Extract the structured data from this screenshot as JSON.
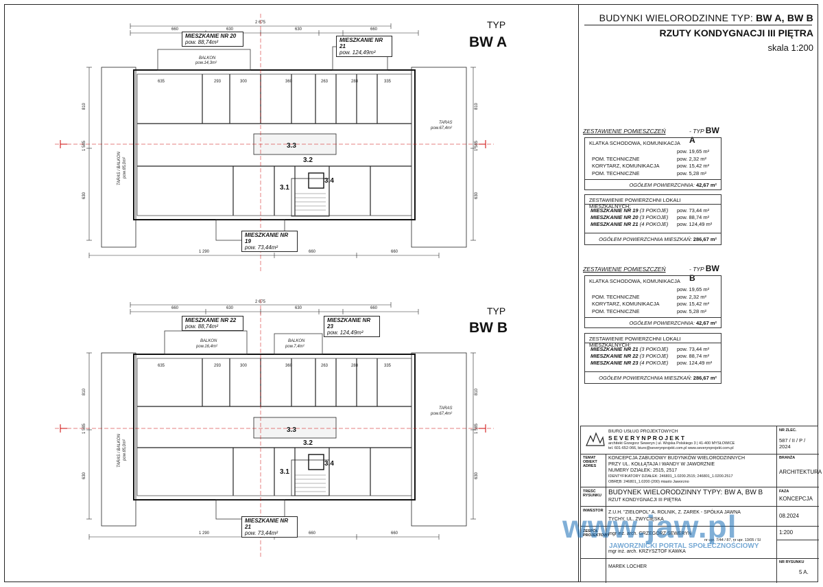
{
  "header": {
    "line1_prefix": "BUDYNKI WIELORODZINNE TYP: ",
    "line1_types": "BW A, BW B",
    "line2": "RZUTY KONDYGNACJI  III PIĘTRA",
    "scale": "skala 1:200"
  },
  "plans": [
    {
      "typ_label": "TYP",
      "typ_name": "BW A",
      "apartments": [
        {
          "name": "MIESZKANIE NR 20",
          "area": "pow. 88,74m²"
        },
        {
          "name": "MIESZKANIE NR 21",
          "area": "pow. 124,49m²"
        },
        {
          "name": "MIESZKANIE NR 19",
          "area": "pow. 73,44m²"
        }
      ],
      "balcony_label": "BALKON",
      "balcony_area": "pow.14,3m²",
      "terrace_right": "TARAS",
      "terrace_right_area": "pow.67,4m²",
      "terrace_left": "TARAS / BALKON",
      "terrace_left_area": "pow.65,0m²",
      "rooms": [
        "3.3",
        "3.2",
        "3.1",
        "3.4"
      ],
      "dims_top": [
        "660",
        "630",
        "2 675",
        "630",
        "660"
      ],
      "dims_bottom": [
        "1 290",
        "660",
        "660"
      ],
      "dims_inner": [
        "635",
        "293",
        "300",
        "360",
        "263",
        "288",
        "335"
      ],
      "dims_side": [
        "810",
        "1 585",
        "630"
      ]
    },
    {
      "typ_label": "TYP",
      "typ_name": "BW B",
      "apartments": [
        {
          "name": "MIESZKANIE NR 22",
          "area": "pow. 88,74m²"
        },
        {
          "name": "MIESZKANIE NR 23",
          "area": "pow. 124,49m²"
        },
        {
          "name": "MIESZKANIE NR 21",
          "area": "pow. 73,44m²"
        }
      ],
      "balcony_label": "BALKON",
      "balcony_area": "pow.16,4m²",
      "balcony2_label": "BALKON",
      "balcony2_area": "pow.7,4m²",
      "terrace_right": "TARAS",
      "terrace_right_area": "pow.67,4m²",
      "terrace_left": "TARAS / BALKON",
      "terrace_left_area": "pow.65,0m²",
      "rooms": [
        "3.3",
        "3.2",
        "3.1",
        "3.4"
      ],
      "dims_top": [
        "660",
        "630",
        "2 675",
        "630",
        "660"
      ],
      "dims_bottom": [
        "1 290",
        "660",
        "660"
      ],
      "dims_inner": [
        "635",
        "293",
        "300",
        "360",
        "263",
        "288",
        "335"
      ],
      "dims_side": [
        "810",
        "1 585",
        "630"
      ]
    }
  ],
  "schedules": [
    {
      "title": "ZESTAWIENIE POMIESZCZEŃ",
      "typ_prefix": "- TYP",
      "typ": "BW A",
      "rooms_head": "KLATKA SCHODOWA, KOMUNIKACJA",
      "rooms": [
        {
          "name": "",
          "area": "pow. 19,65 m²"
        },
        {
          "name": "POM. TECHNICZNE",
          "area": "pow. 2,32 m²"
        },
        {
          "name": "KORYTARZ, KOMUNIKACJA",
          "area": "pow. 15,42 m²"
        },
        {
          "name": "POM. TECHNICZNE",
          "area": "pow. 5,28 m²"
        }
      ],
      "rooms_total_label": "OGÓŁEM POWIERZCHNIA:",
      "rooms_total": "42,67 m²",
      "flats_head": "ZESTAWIENIE POWIERZCHNI LOKALI MIESZKALNYCH:",
      "flats": [
        {
          "name": "MIESZKANIE NR 19",
          "rooms": "(3 POKOJE)",
          "area": "pow. 73,44 m²"
        },
        {
          "name": "MIESZKANIE NR 20",
          "rooms": "(3 POKOJE)",
          "area": "pow. 88,74 m²"
        },
        {
          "name": "MIESZKANIE NR 21",
          "rooms": "(4 POKOJE)",
          "area": "pow. 124,49 m²"
        }
      ],
      "flats_total_label": "OGÓŁEM POWIERZCHNIA MIESZKAŃ:",
      "flats_total": "286,67 m²"
    },
    {
      "title": "ZESTAWIENIE POMIESZCZEŃ",
      "typ_prefix": "- TYP",
      "typ": "BW B",
      "rooms_head": "KLATKA SCHODOWA, KOMUNIKACJA",
      "rooms": [
        {
          "name": "",
          "area": "pow. 19,65 m²"
        },
        {
          "name": "POM. TECHNICZNE",
          "area": "pow. 2,32 m²"
        },
        {
          "name": "KORYTARZ, KOMUNIKACJA",
          "area": "pow. 15,42 m²"
        },
        {
          "name": "POM. TECHNICZNE",
          "area": "pow. 5,28 m²"
        }
      ],
      "rooms_total_label": "OGÓŁEM POWIERZCHNIA:",
      "rooms_total": "42,67 m²",
      "flats_head": "ZESTAWIENIE POWIERZCHNI LOKALI MIESZKALNYCH:",
      "flats": [
        {
          "name": "MIESZKANIE NR 21",
          "rooms": "(3 POKOJE)",
          "area": "pow. 73,44 m²"
        },
        {
          "name": "MIESZKANIE NR 22",
          "rooms": "(3 POKOJE)",
          "area": "pow. 88,74 m²"
        },
        {
          "name": "MIESZKANIE NR 23",
          "rooms": "(4 POKOJE)",
          "area": "pow. 124,49 m²"
        }
      ],
      "flats_total_label": "OGÓŁEM POWIERZCHNIA MIESZKAŃ:",
      "flats_total": "286,67 m²"
    }
  ],
  "title_block": {
    "firm_line1": "BIURO USŁUG PROJEKTOWYCH",
    "firm_line2": "S E V E R Y N   P R O J E K T",
    "firm_line3": "architekt Grzegorz Seweryn  |  ul. Wojska Polskiego 3  |  41-400 MYSŁOWICE",
    "firm_line4": "tel. 601-652-066, biuro@severynprojekt.com.pl  www.severynprojekt.com.pl",
    "nr_zlec_label": "NR ZLEC.",
    "nr_zlec": "587 / II / P / 2024",
    "temat_label": "TEMAT OBIEKT ADRES",
    "temat1": "KONCEPCJA ZABUDOWY BUDYNKÓW WIELORODZINNYCH",
    "temat2": "PRZY UL. KOŁŁĄTAJA I WANDY W JAWORZNIE",
    "temat3": "NUMERY DZIAŁEK: 2515, 2517",
    "temat4": "IDENTYFIKATORY DZIAŁEK: 246801_1.0200.2515; 246801_1.0200.2517",
    "temat5": "OBRĘB: 246801_1.0200 (200) miasto Jaworzno",
    "branza_label": "BRANŻA",
    "branza": "ARCHITEKTURA",
    "tresc_label": "TREŚĆ RYSUNKU",
    "tresc1": "BUDYNEK WIELORODZINNY TYPY: BW A, BW B",
    "tresc2": "RZUT KONDYGNACJI  III PIĘTRA",
    "faza_label": "FAZA",
    "faza": "KONCEPCJA",
    "inwestor_label": "INWESTOR",
    "inwestor1": "Z.U.H. \"ZIEŁOPOL\" A. ROLNIK, Z. ZAREK - SPÓŁKA JAWNA",
    "inwestor2": "TYCHY, UL. ZWYCIĘSKA",
    "data": "08.2024",
    "skala": "1:200",
    "zespol_label": "ZESPÓŁ PROJEKTOWY",
    "zespol1": "mgr inż. arch. GRZEGORZ SEWERYN",
    "zespol1b": "nr upr. 7/44 / 87, nr upr. 13/05 / Sl",
    "zespol2": "mgr inż. arch. KRZYSZTOF KAWKA",
    "zespol3": "MAREK LOCHER",
    "nr_rys_label": "NR RYSUNKU",
    "nr_rys": "5 A."
  },
  "watermark": {
    "main": "www.jaw.pl",
    "sub": "JAWORZNICKI PORTAL SPOŁECZNOŚCIOWY"
  },
  "colors": {
    "section_marker": "#cc0000",
    "watermark": "#1a6fb8"
  }
}
